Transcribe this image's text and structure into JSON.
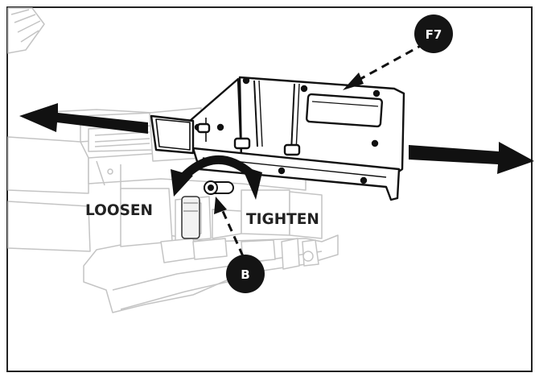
{
  "labels": {
    "loosen": "LOOSEN",
    "tighten": "TIGHTEN"
  },
  "callouts": [
    {
      "id": "F7",
      "text": "F7"
    },
    {
      "id": "B",
      "text": "B"
    }
  ],
  "colors": {
    "frame": "#222222",
    "saw_body": "#c8c8c8",
    "fence": "#111111",
    "arrow": "#111111",
    "callout_fill": "#141414",
    "callout_text": "#ffffff"
  },
  "icons": {
    "direction_arrows": "double-headed-slide-arrow",
    "rotation_arrow": "rotate-bidirectional-arrow"
  }
}
